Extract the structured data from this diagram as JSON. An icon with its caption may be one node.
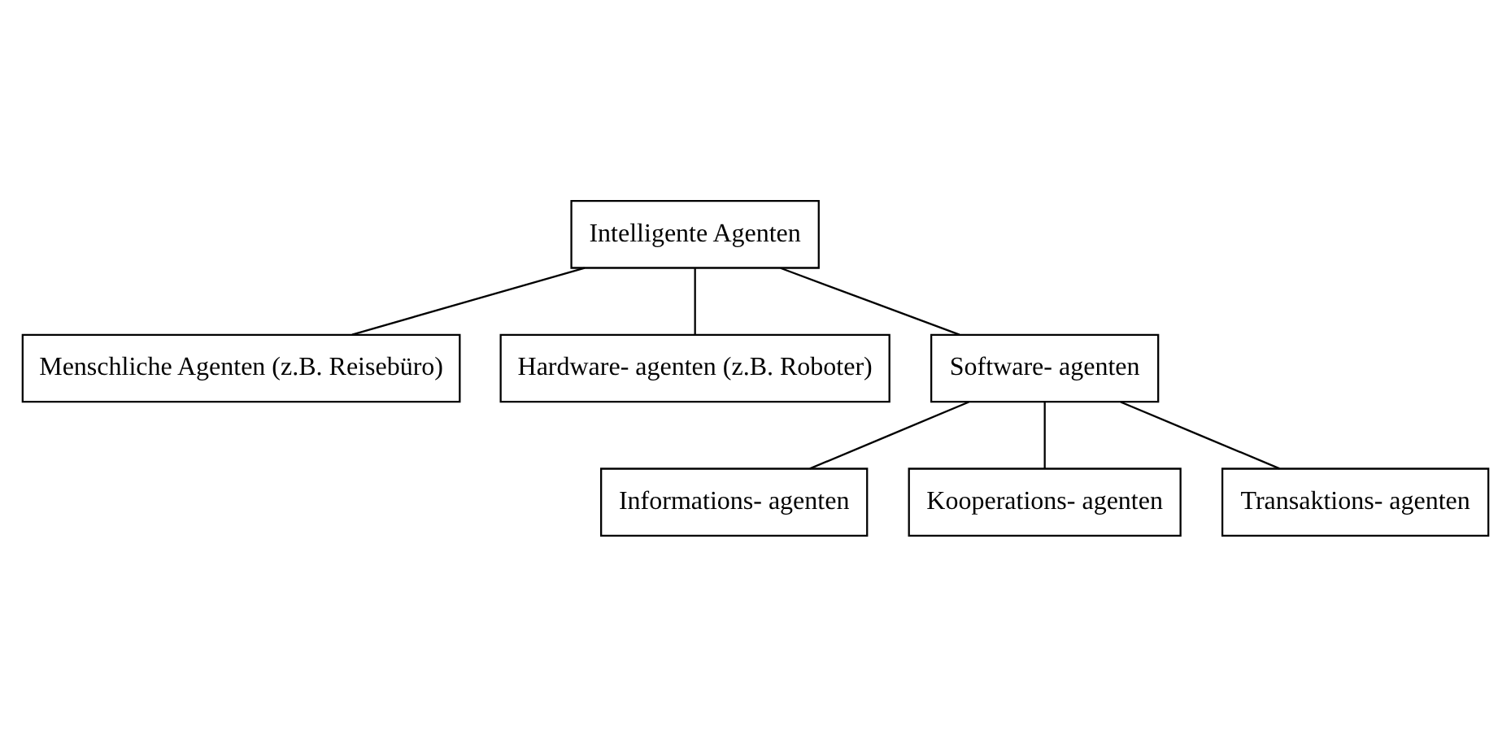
{
  "diagram": {
    "nodes": [
      {
        "text": [
          "Intelligente Agenten"
        ]
      },
      {
        "text": [
          "Menschliche Agenten (z.B. Reisebüro)"
        ]
      },
      {
        "text": [
          "Hardware- agenten (z.B. Roboter)"
        ]
      },
      {
        "text": [
          "Software- agenten"
        ]
      },
      {
        "text": [
          "Informations- agenten"
        ]
      },
      {
        "text": [
          "Kooperations- agenten"
        ]
      },
      {
        "text": [
          "Transaktions- agenten"
        ]
      }
    ],
    "edges": [
      {
        "from": 0,
        "to": 1,
        "arrow": "none"
      },
      {
        "from": 0,
        "to": 2,
        "arrow": "none"
      },
      {
        "from": 0,
        "to": 3,
        "arrow": "none"
      },
      {
        "from": 3,
        "to": 4,
        "arrow": "none"
      },
      {
        "from": 3,
        "to": 5,
        "arrow": "none"
      },
      {
        "from": 3,
        "to": 6,
        "arrow": "none"
      }
    ]
  }
}
